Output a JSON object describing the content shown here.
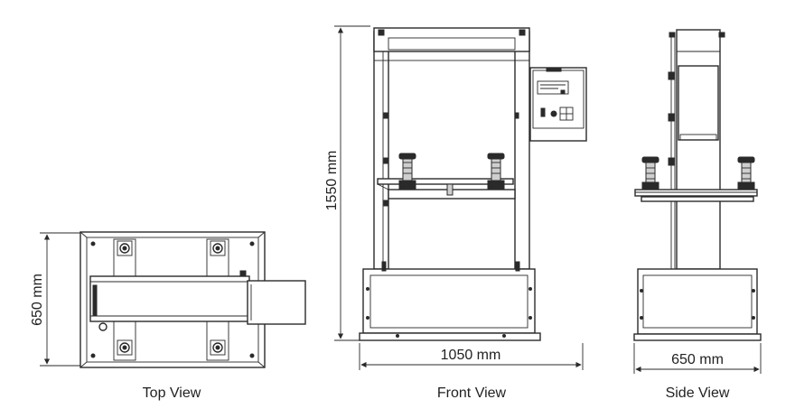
{
  "views": {
    "top": {
      "caption": "Top View",
      "dimension": "650 mm"
    },
    "front": {
      "caption": "Front View",
      "height_dimension": "1550 mm",
      "width_dimension": "1050 mm"
    },
    "side": {
      "caption": "Side View",
      "width_dimension": "650 mm"
    }
  }
}
